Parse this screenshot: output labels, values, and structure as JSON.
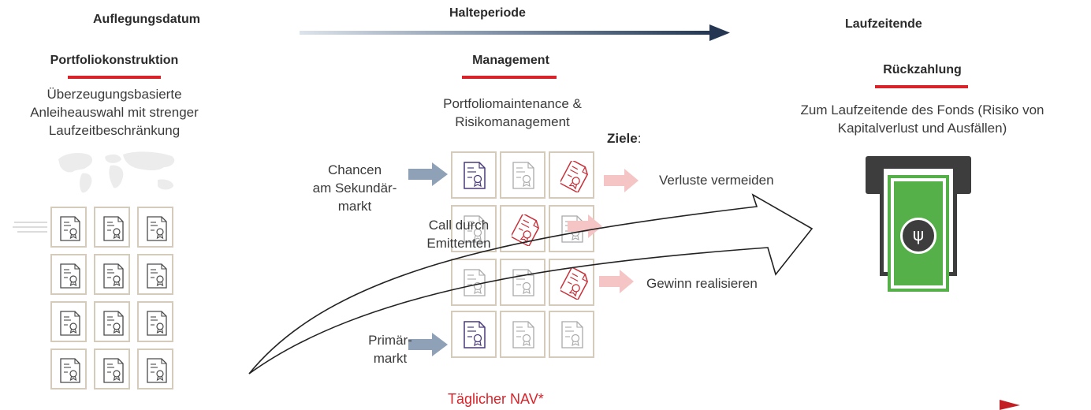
{
  "timeline": {
    "launch_label": "Auflegungsdatum",
    "holding_label": "Halteperiode",
    "maturity_label": "Laufzeitende"
  },
  "phases": {
    "construction": {
      "title": "Portfoliokonstruktion",
      "description_lines": [
        "Überzeugungsbasierte",
        "Anleiheauswahl mit strenger",
        "Laufzeitbeschränkung"
      ]
    },
    "management": {
      "title": "Management",
      "description_lines": [
        "Portfoliomaintenance &",
        "Risikomanagement"
      ]
    },
    "repayment": {
      "title": "Rückzahlung",
      "description_lines": [
        "Zum Laufzeitende des Fonds (Risiko von",
        "Kapitalverlust und Ausfällen)"
      ]
    }
  },
  "inflows": {
    "secondary_lines": [
      "Chancen",
      "am Sekundär-",
      "markt"
    ],
    "primary_lines": [
      "Primär-",
      "markt"
    ],
    "issuer_call_lines": [
      "Call durch",
      "Emittenten"
    ]
  },
  "goals": {
    "title": "Ziele",
    "title_suffix": ":",
    "avoid_losses": "Verluste vermeiden",
    "realize_gains": "Gewinn realisieren"
  },
  "footer": {
    "nav_label": "Täglicher NAV*"
  },
  "icons": {
    "document": "document-seal-icon",
    "world_map": "world-map-icon",
    "atm": "cash-dispenser-icon",
    "coin": "currency-coin-icon",
    "coin_symbol": "ψ"
  },
  "colors": {
    "accent_red": "#d8232a",
    "arrow_navy": "#2e3f58",
    "arrow_blue_grey": "#8fa1b6",
    "arrow_pink": "#f5c5c6",
    "tile_border": "#d5cbbb",
    "doc_purple": "#4a3a7a",
    "doc_red": "#c8313a",
    "doc_grey": "#a9a9a9",
    "atm_dark": "#3d3d3d",
    "atm_green": "#55b04a"
  }
}
